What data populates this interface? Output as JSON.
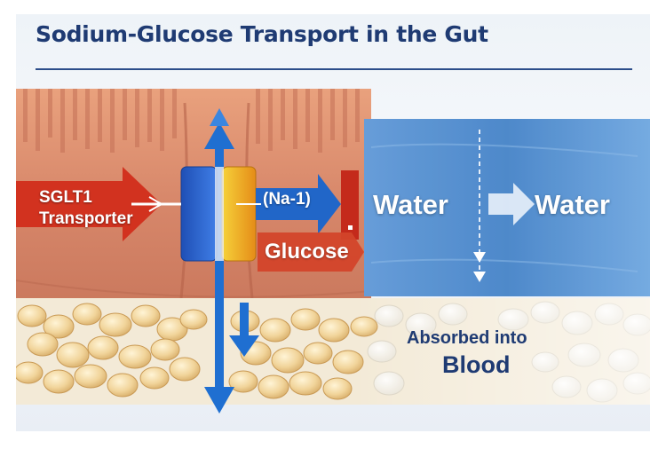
{
  "title": "Sodium-Glucose Transport in the Gut",
  "labels": {
    "sglt1_line1": "SGLT1",
    "sglt1_line2": "Transporter",
    "sodium": "(Na-1)",
    "glucose": "Glucose",
    "water_left": "Water",
    "water_right": "Water",
    "absorbed": "Absorbed into",
    "blood": "Blood"
  },
  "colors": {
    "title": "#1f3b73",
    "tissue": "#d98a66",
    "water": "#3f7fc6",
    "arrow_red": "#d2321f",
    "arrow_blue": "#1f6fd1",
    "transporter_blue": "#2a5fc9",
    "transporter_yellow": "#f2b81a",
    "granule": "#f0d49a"
  },
  "icons": [
    "red-arrow-icon",
    "blue-arrow-icon",
    "double-headed-arrow-icon",
    "chevron-arrow-icon"
  ]
}
